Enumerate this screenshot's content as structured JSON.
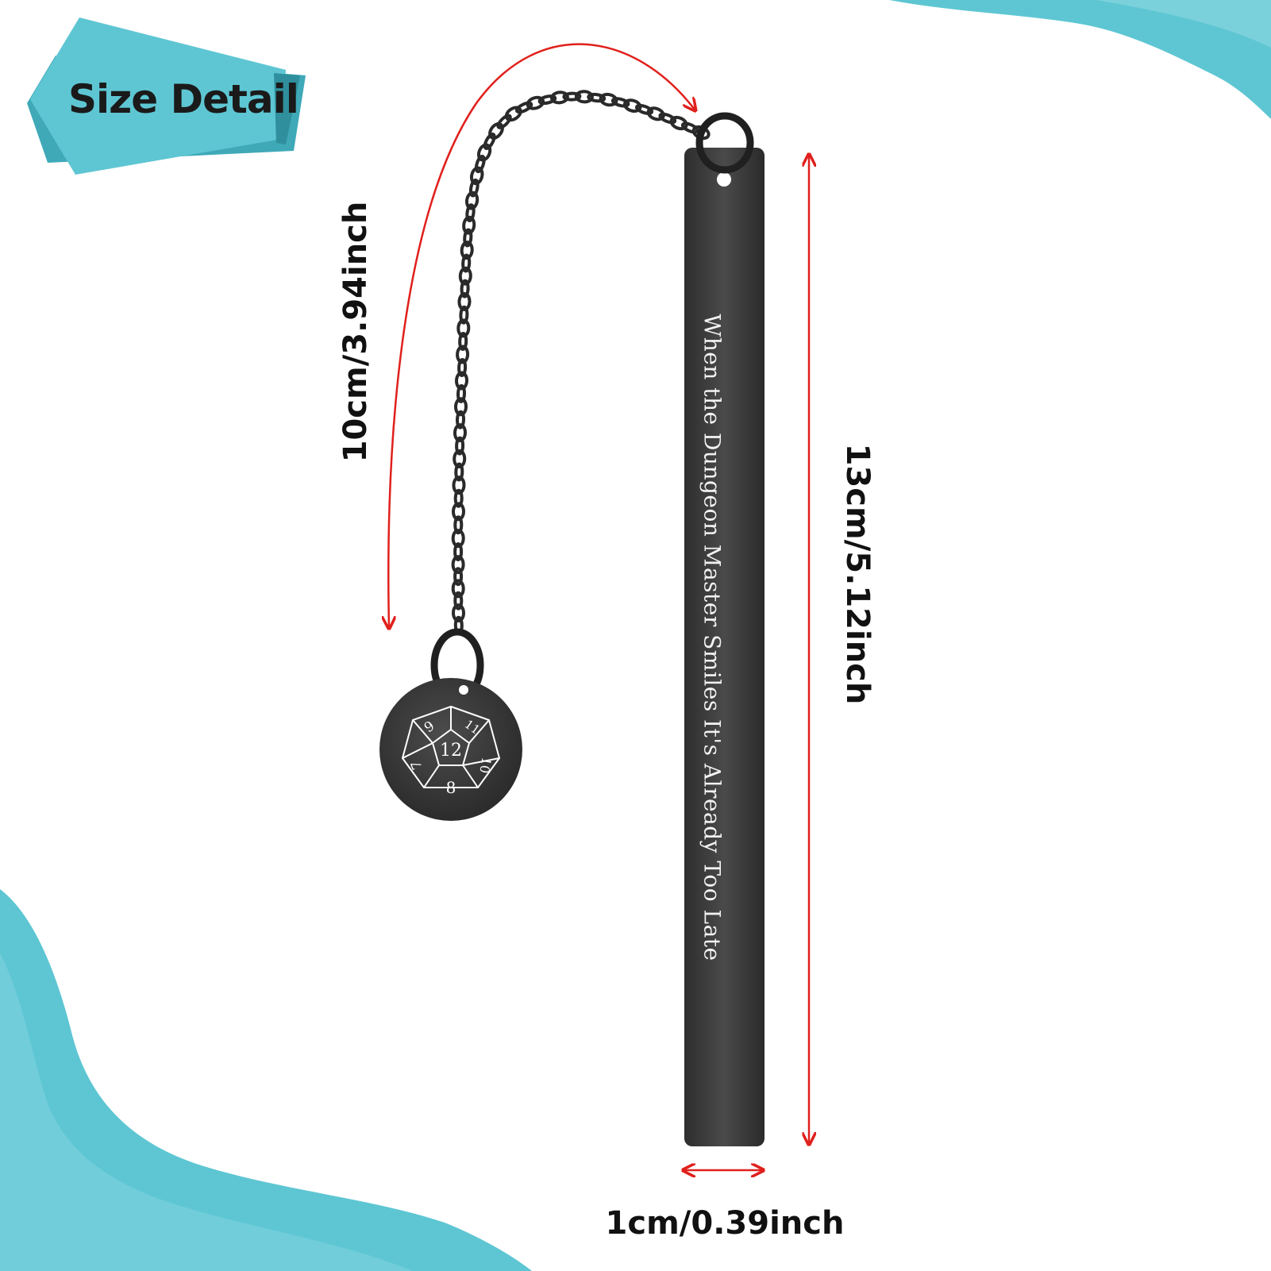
{
  "banner": {
    "title": "Size Detail"
  },
  "dimensions": {
    "chain_length": "10cm/3.94inch",
    "bar_height": "13cm/5.12inch",
    "bar_width": "1cm/0.39inch"
  },
  "bookmark": {
    "inscription": "When the Dungeon Master Smiles It's Already Too Late"
  },
  "pendant": {
    "die_faces": [
      "12",
      "11",
      "10",
      "8",
      "7",
      "9"
    ]
  },
  "colors": {
    "teal": "#5ec6d3",
    "arrow_red": "#e0201c",
    "metal_black": "#3a3a3a"
  }
}
